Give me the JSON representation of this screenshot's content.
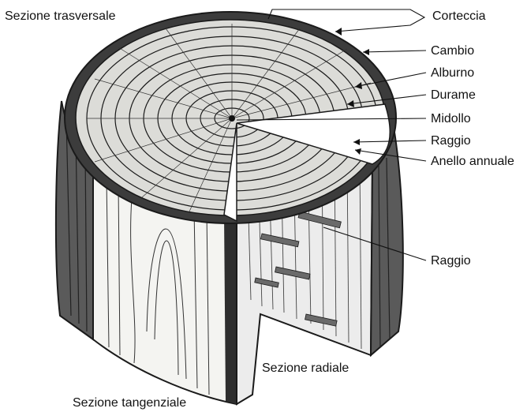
{
  "labels": {
    "cross_section": "Sezione trasversale",
    "bark": "Corteccia",
    "cambium": "Cambio",
    "sapwood": "Alburno",
    "heartwood": "Durame",
    "pith": "Midollo",
    "ray_top": "Raggio",
    "annual_ring": "Anello annuale",
    "ray_lower": "Raggio",
    "radial_section": "Sezione radiale",
    "tangential_section": "Sezione tangenziale"
  },
  "colors": {
    "ink": "#1a1a1a",
    "background": "#ffffff",
    "wood_face": "#f4f4f1",
    "shadow": "#3a3a3a"
  }
}
